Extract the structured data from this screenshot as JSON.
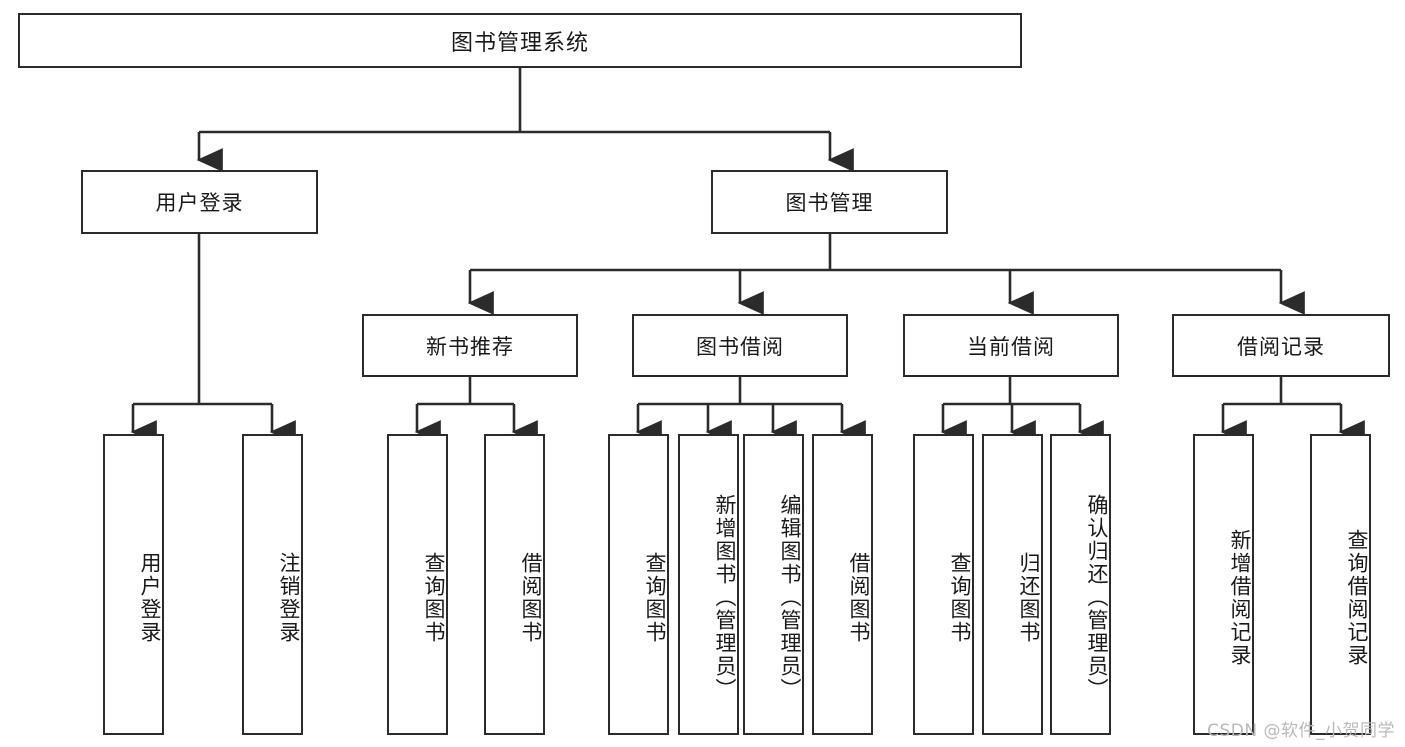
{
  "diagram": {
    "title": "图书管理系统",
    "type": "hierarchy-tree",
    "watermark": "CSDN @软件_小贺同学",
    "colors": {
      "stroke": "#2b2b2b",
      "fill": "#ffffff",
      "text": "#1a1a1a",
      "watermark": "#b9b9b9"
    },
    "nodes": {
      "root": {
        "label": "图书管理系统"
      },
      "level2": [
        {
          "label": "用户登录"
        },
        {
          "label": "图书管理"
        }
      ],
      "level3": [
        {
          "label": "新书推荐"
        },
        {
          "label": "图书借阅"
        },
        {
          "label": "当前借阅"
        },
        {
          "label": "借阅记录"
        }
      ],
      "leaves_user_login": [
        {
          "label": "用户登录"
        },
        {
          "label": "注销登录"
        }
      ],
      "leaves_new_book": [
        {
          "label": "查询图书"
        },
        {
          "label": "借阅图书"
        }
      ],
      "leaves_borrow": [
        {
          "label": "查询图书"
        },
        {
          "label": "新增图书（管理员）"
        },
        {
          "label": "编辑图书（管理员）"
        },
        {
          "label": "借阅图书"
        }
      ],
      "leaves_current": [
        {
          "label": "查询图书"
        },
        {
          "label": "归还图书"
        },
        {
          "label": "确认归还（管理员）"
        }
      ],
      "leaves_record": [
        {
          "label": "新增借阅记录"
        },
        {
          "label": "查询借阅记录"
        }
      ]
    }
  }
}
